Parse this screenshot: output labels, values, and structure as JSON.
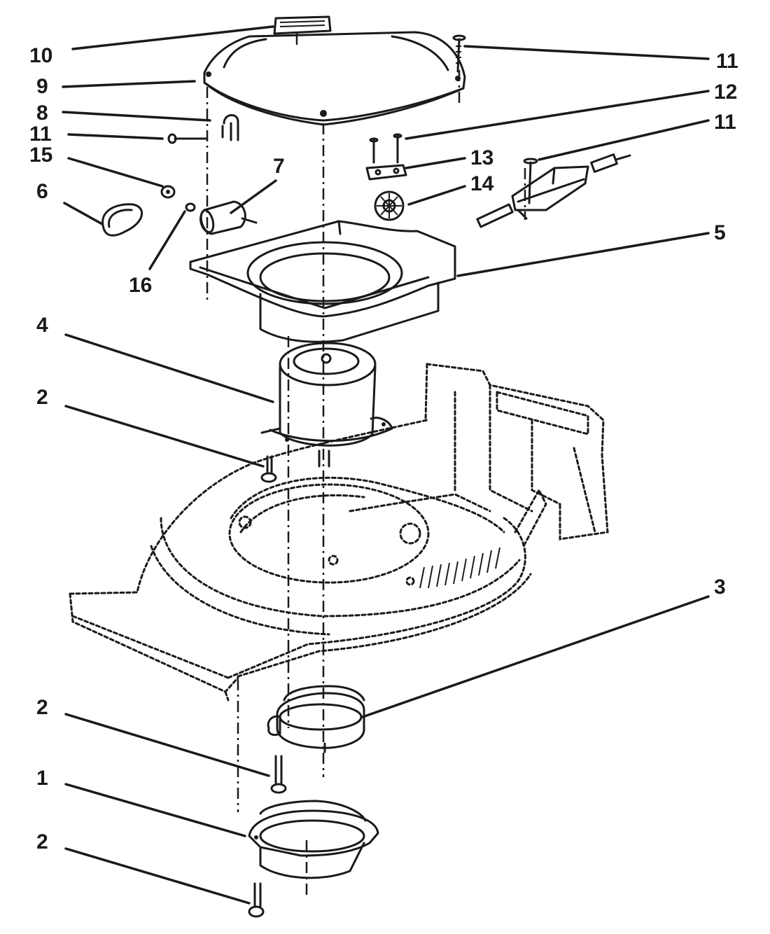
{
  "callouts": [
    {
      "id": "c10",
      "label": "10"
    },
    {
      "id": "c9",
      "label": "9"
    },
    {
      "id": "c8",
      "label": "8"
    },
    {
      "id": "c11a",
      "label": "11"
    },
    {
      "id": "c15",
      "label": "15"
    },
    {
      "id": "c6",
      "label": "6"
    },
    {
      "id": "c16",
      "label": "16"
    },
    {
      "id": "c7",
      "label": "7"
    },
    {
      "id": "c11b",
      "label": "11"
    },
    {
      "id": "c12",
      "label": "12"
    },
    {
      "id": "c11c",
      "label": "11"
    },
    {
      "id": "c13",
      "label": "13"
    },
    {
      "id": "c14",
      "label": "14"
    },
    {
      "id": "c5",
      "label": "5"
    },
    {
      "id": "c4",
      "label": "4"
    },
    {
      "id": "c2a",
      "label": "2"
    },
    {
      "id": "c3",
      "label": "3"
    },
    {
      "id": "c2b",
      "label": "2"
    },
    {
      "id": "c1",
      "label": "1"
    },
    {
      "id": "c2c",
      "label": "2"
    }
  ]
}
